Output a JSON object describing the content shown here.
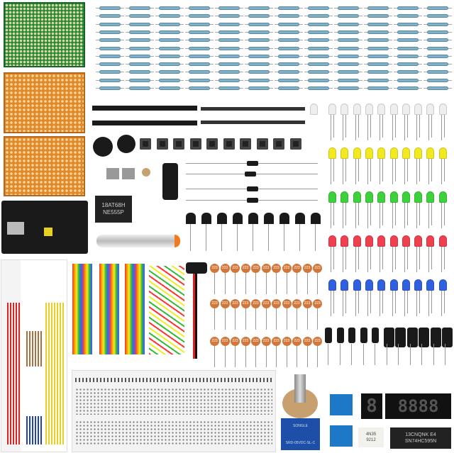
{
  "chips": {
    "timer_line1": "18AT68H",
    "timer_line2": "NE555P",
    "shift_register_line1": "13CNQNK E4",
    "shift_register_line2": "SN74HC595N",
    "optocoupler_line1": "4N35",
    "optocoupler_line2": "9212"
  },
  "relay": {
    "line1": "SONGLE",
    "line2": "SRD-05VDC-SL-C"
  },
  "ceramic_capacitor_marking": "223",
  "colors": {
    "pcb_green": "#1f8a3c",
    "pcb_orange": "#e08a2a",
    "led_white": "#eeeeee",
    "led_yellow": "#f2ea20",
    "led_green": "#3cd23c",
    "led_red": "#f04050",
    "led_blue": "#3060e0",
    "terminal_blue": "#1e78c8"
  }
}
